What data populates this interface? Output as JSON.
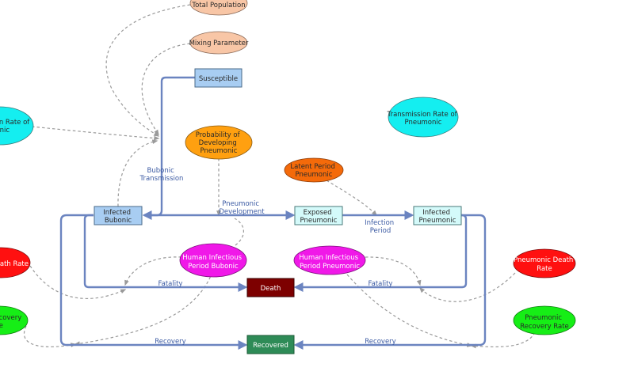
{
  "nodes": {
    "total_population": "Total Population",
    "mixing_parameter": "Mixing Parameter",
    "susceptible": "Susceptible",
    "transmission_rate_left": [
      "n Rate of",
      "onic"
    ],
    "transmission_rate_pneumonic": [
      "Transmission Rate of",
      "Pneumonic"
    ],
    "probability_pneumonic": [
      "Probability of",
      "Developing",
      "Pneumonic"
    ],
    "latent_period": [
      "Latent Period",
      "Pneumonic"
    ],
    "infected_bubonic": [
      "Infected",
      "Bubonic"
    ],
    "exposed_pneumonic": [
      "Exposed",
      "Pneumonic"
    ],
    "infected_pneumonic": [
      "Infected",
      "Pneumonic"
    ],
    "human_infectious_bubonic": [
      "Human Infectious",
      "Period Bubonic"
    ],
    "human_infectious_pneumonic": [
      "Human Infectious",
      "Period Pneumonic"
    ],
    "death": "Death",
    "recovered": "Recovered",
    "bubonic_death_rate": "eath Rate",
    "pneumonic_death_rate": [
      "Pneumonic Death",
      "Rate"
    ],
    "bubonic_recovery_rate": [
      "covery",
      "e"
    ],
    "pneumonic_recovery_rate": [
      "Pneumonic",
      "Recovery Rate"
    ]
  },
  "flows": {
    "bubonic_transmission": [
      "Bubonic",
      "Transmission"
    ],
    "pneumonic_development": [
      "Pneumonic",
      "Development"
    ],
    "infection_period": [
      "Infection",
      "Period"
    ],
    "fatality_left": "Fatality",
    "fatality_right": "Fatality",
    "recovery_left": "Recovery",
    "recovery_right": "Recovery"
  },
  "colors": {
    "flow": "#6b84c0",
    "link": "#9a9a9a",
    "stock_blue": "#a8cdf2",
    "stock_cyan": "#d4fafa",
    "death": "#7d0000",
    "recovered": "#2e8b57",
    "peach": "#f8c6a6",
    "cyan": "#14eef0",
    "orange": "#ffa010",
    "dark_orange": "#f46a0a",
    "magenta": "#f018e8",
    "red": "#ff1010",
    "green": "#16ee16"
  }
}
